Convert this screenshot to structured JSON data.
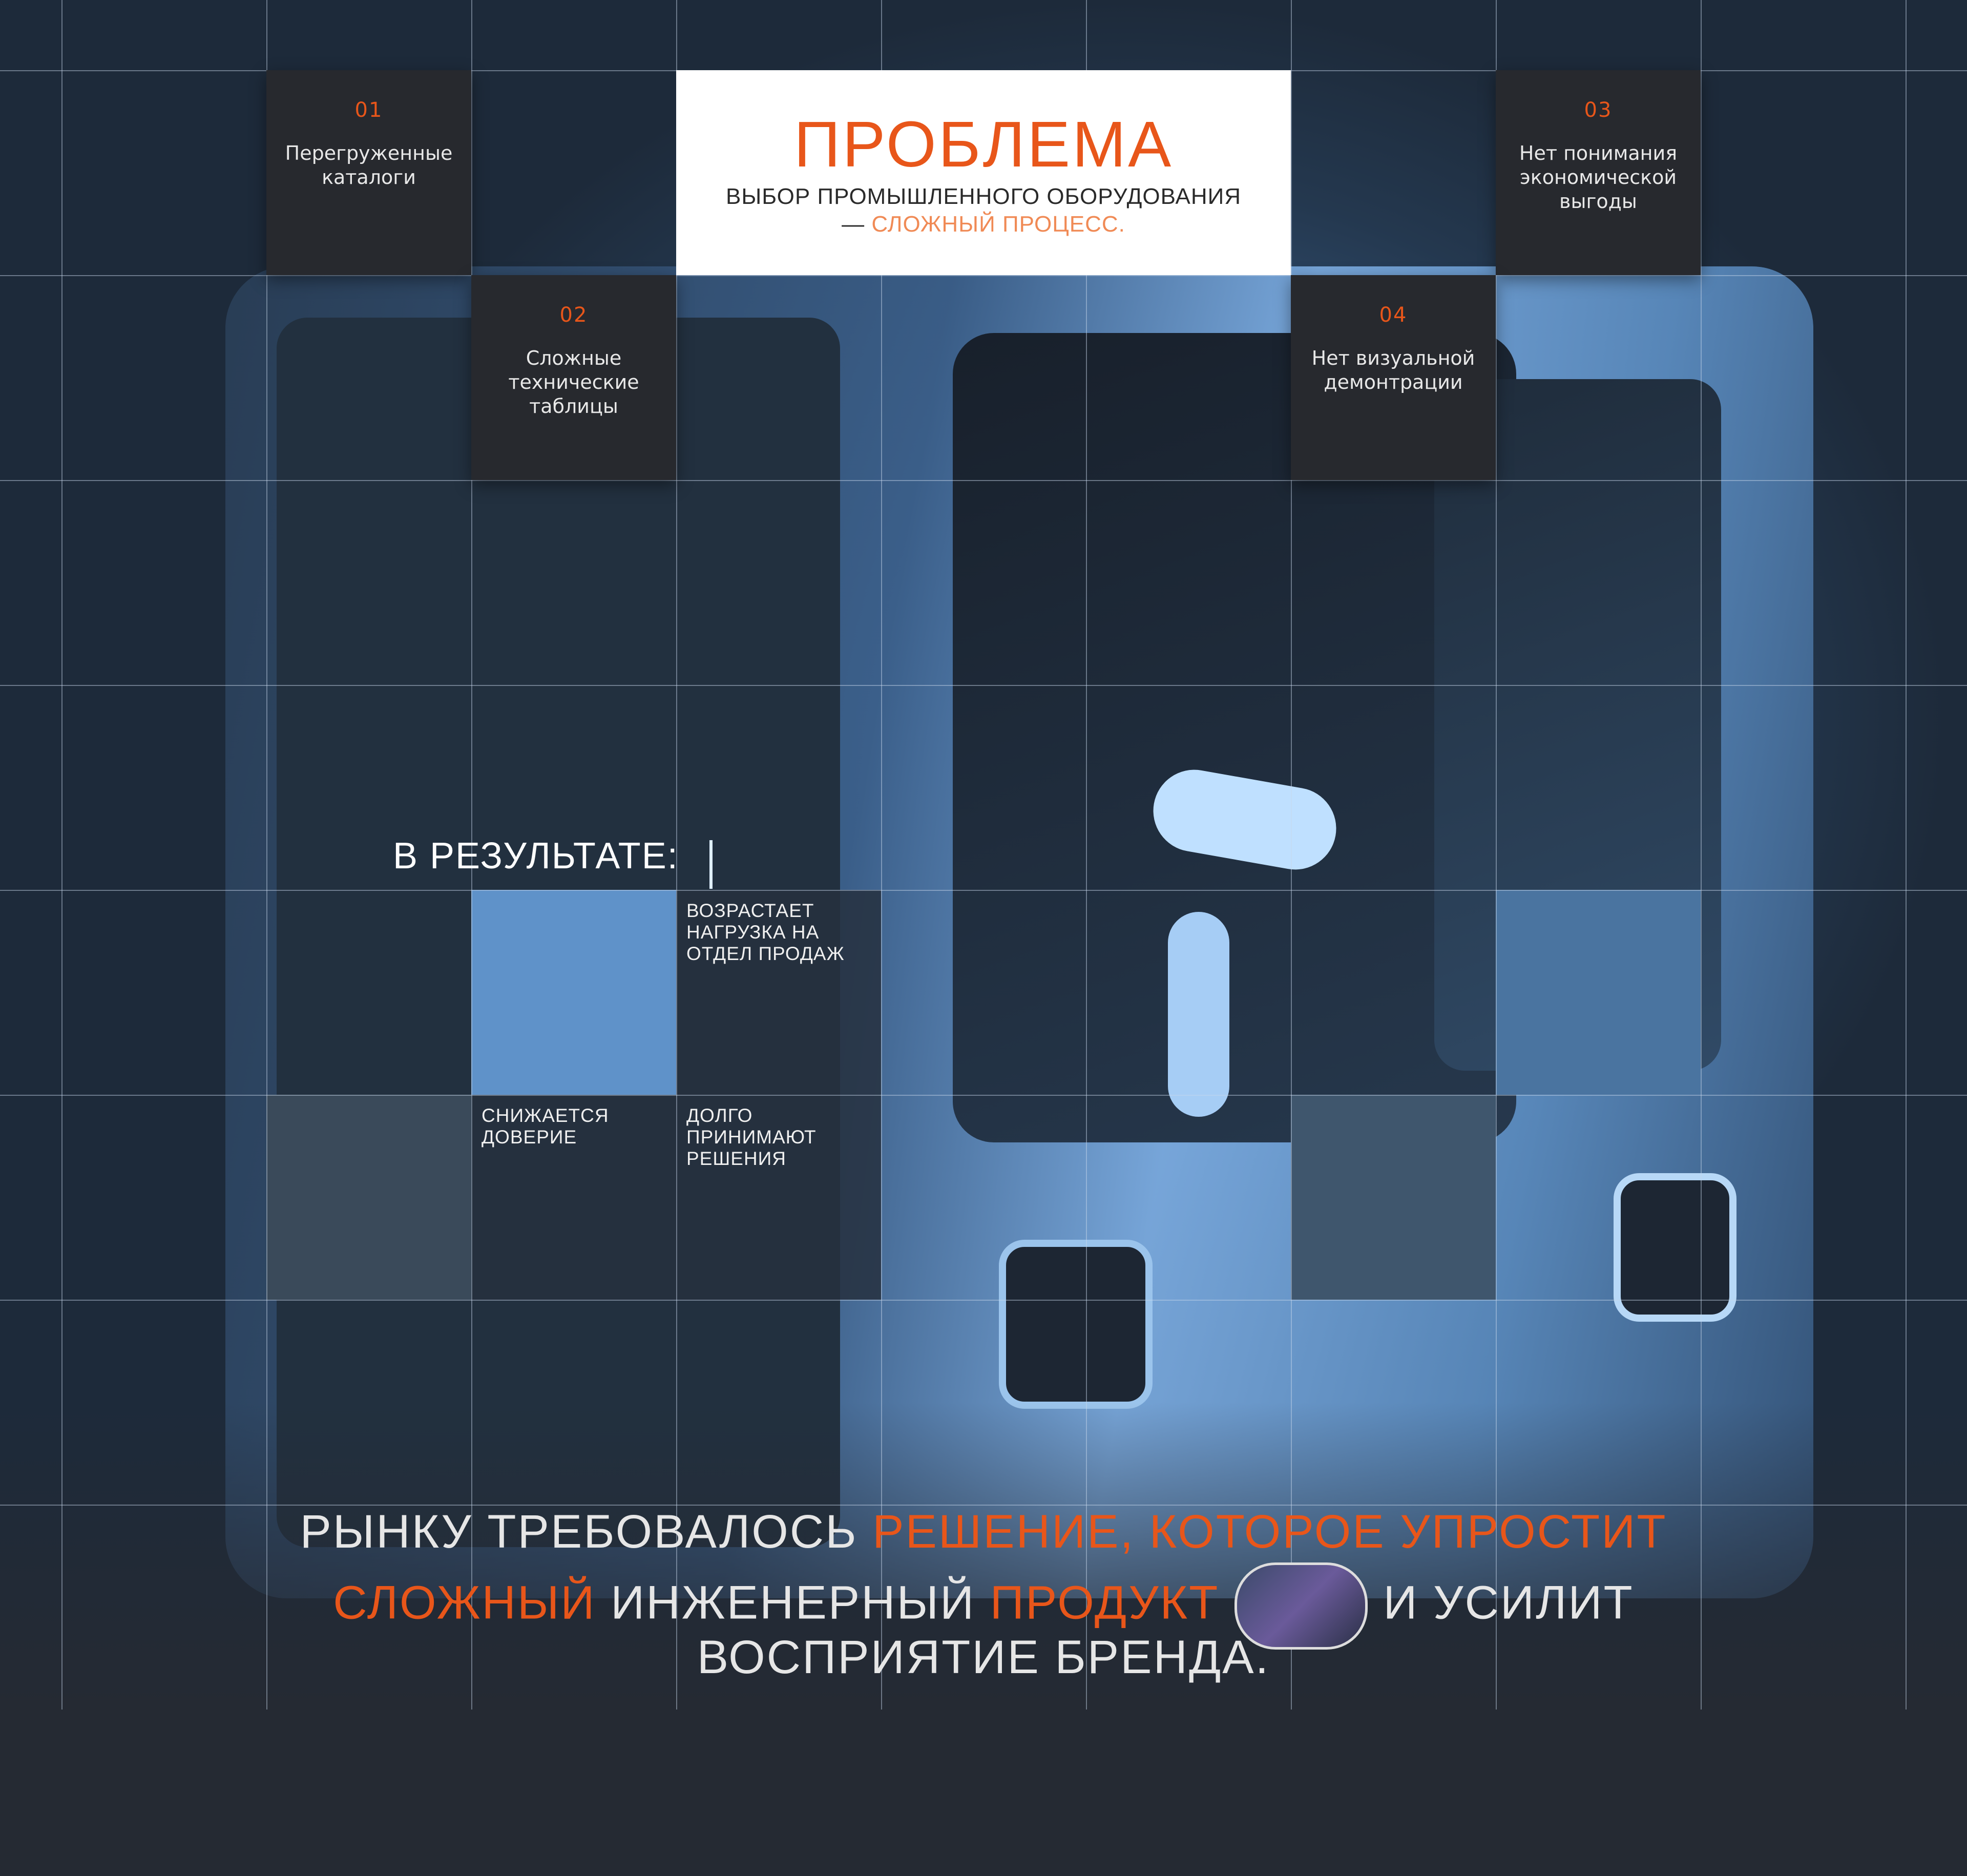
{
  "title": {
    "heading": "ПРОБЛЕМА",
    "subtitle_line1": "ВЫБОР ПРОМЫШЛЕННОГО ОБОРУДОВАНИЯ",
    "subtitle_dash": "— ",
    "subtitle_accent": "СЛОЖНЫЙ ПРОЦЕСС."
  },
  "cards": [
    {
      "num": "01",
      "text": "Перегруженные каталоги"
    },
    {
      "num": "02",
      "text": "Сложные технические таблицы"
    },
    {
      "num": "03",
      "text": "Нет понимания экономической выгоды"
    },
    {
      "num": "04",
      "text": "Нет визуальной демонтрации"
    }
  ],
  "result": {
    "heading": "В РЕЗУЛЬТАТЕ:",
    "items": [
      "ВОЗРАСТАЕТ НАГРУЗКА НА ОТДЕЛ ПРОДАЖ",
      "СНИЖАЕТСЯ ДОВЕРИЕ",
      "ДОЛГО ПРИНИМАЮТ РЕШЕНИЯ"
    ]
  },
  "conclusion": {
    "p1": "РЫНКУ ТРЕБОВАЛОСЬ ",
    "p2": "РЕШЕНИЕ, КОТОРОЕ УПРОСТИТ",
    "p3": "СЛОЖНЫЙ",
    "p4": " ИНЖЕНЕРНЫЙ ",
    "p5": "ПРОДУКТ",
    "p6": "И УСИЛИТ",
    "p7": "ВОСПРИЯТИЕ БРЕНДА."
  },
  "colors": {
    "accent": "#e8561a",
    "card": "#27292e",
    "blue_cell": "#5f92c9",
    "bottom": "#252a33"
  }
}
